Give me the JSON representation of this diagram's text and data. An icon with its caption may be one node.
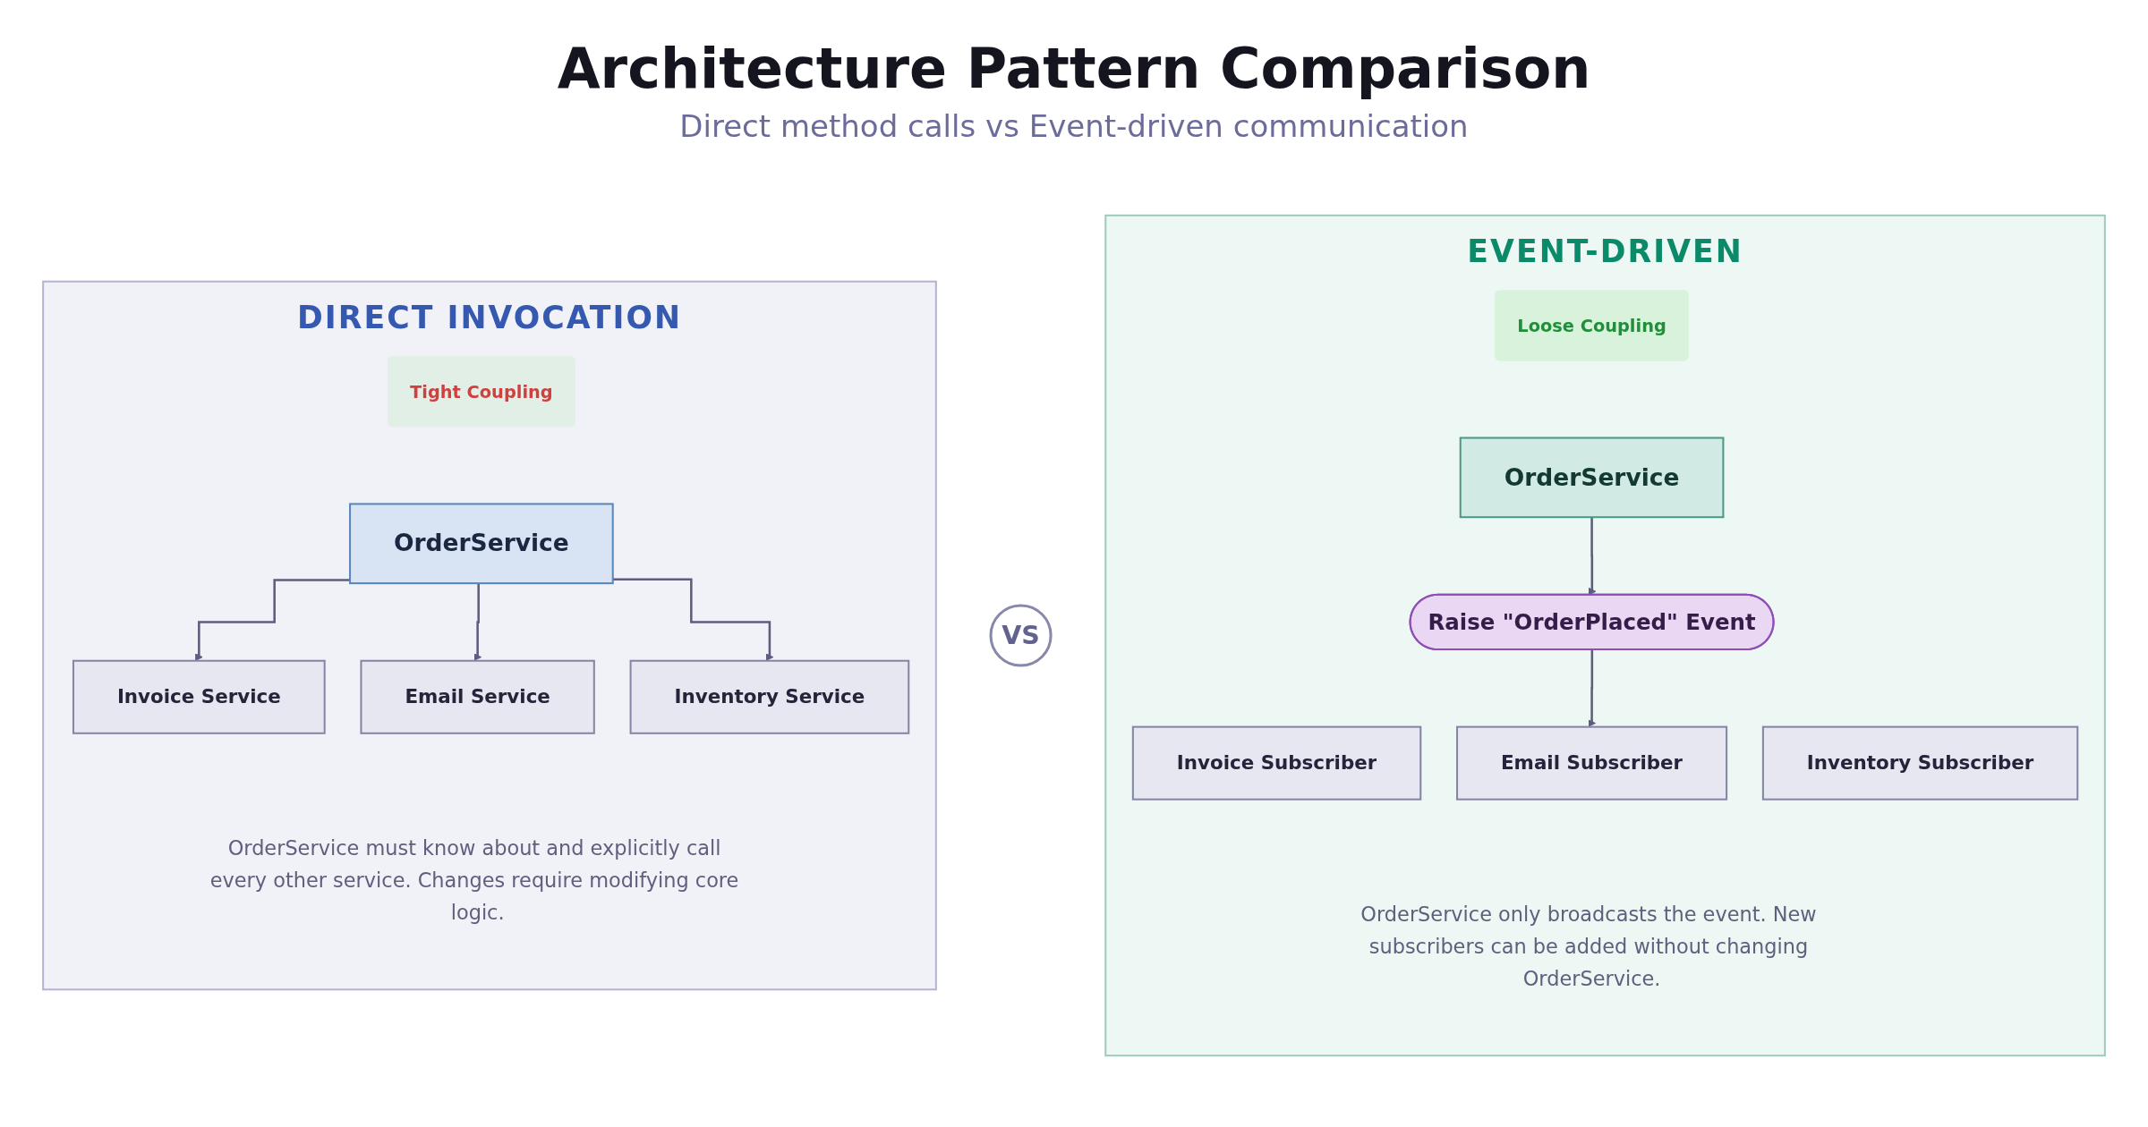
{
  "diagram": {
    "title": "Architecture Pattern Comparison",
    "nodes": [
      {
        "text": [
          "DIRECT INVOCATION",
          "OrderService must know about and explicitly call every other service. Changes require modifying core logic."
        ]
      },
      {
        "text": [
          "Tight Coupling"
        ],
        "in": 0
      },
      {
        "text": [
          "OrderService"
        ],
        "in": 0
      },
      {
        "text": [
          "Invoice Service"
        ],
        "in": 0
      },
      {
        "text": [
          "Email Service"
        ],
        "in": 0
      },
      {
        "text": [
          "Inventory Service"
        ],
        "in": 0
      },
      {
        "text": [
          "VS"
        ]
      },
      {
        "text": [
          "EVENT-DRIVEN",
          "OrderService only broadcasts the event. New subscribers can be added without changing OrderService."
        ]
      },
      {
        "text": [
          "Loose Coupling"
        ],
        "in": 7
      },
      {
        "text": [
          "OrderService"
        ],
        "in": 7
      },
      {
        "text": [
          "Raise \"OrderPlaced\" Event"
        ],
        "in": 7
      },
      {
        "text": [
          "Invoice Subscriber"
        ],
        "in": 7
      },
      {
        "text": [
          "Email Subscriber"
        ],
        "in": 7
      },
      {
        "text": [
          "Inventory Subscriber"
        ],
        "in": 7
      }
    ],
    "edges": [
      {
        "from": 2,
        "to": 3,
        "arrow": "to"
      },
      {
        "from": 2,
        "to": 4,
        "arrow": "to"
      },
      {
        "from": 2,
        "to": 5,
        "arrow": "to"
      },
      {
        "from": 9,
        "to": 10,
        "arrow": "to"
      },
      {
        "from": 10,
        "to": 12,
        "arrow": "to"
      }
    ],
    "labels": [
      "Direct method calls vs Event-driven communication"
    ]
  }
}
